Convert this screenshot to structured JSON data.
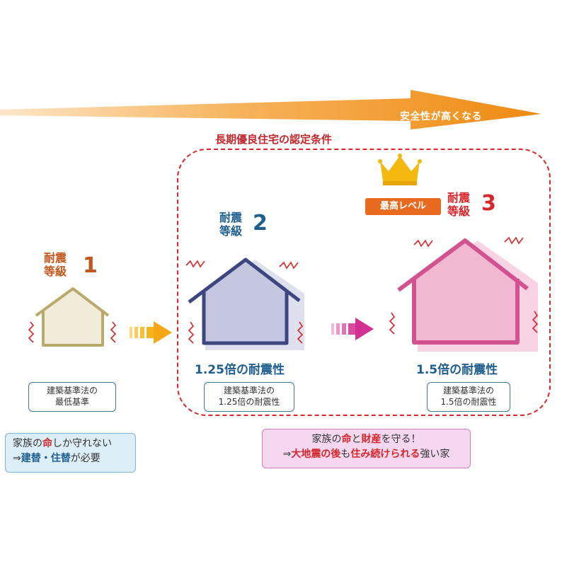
{
  "top_arrow": {
    "label": "安全性が高くなる"
  },
  "certification": {
    "label": "長期優良住宅の認定条件"
  },
  "grades": [
    {
      "title_line1": "耐震",
      "title_line2": "等級",
      "number": "1",
      "standard_line1": "建築基準法の",
      "standard_line2": "最低基準",
      "color": "#c2561b",
      "house_color": "#b9aa6b"
    },
    {
      "title_line1": "耐震",
      "title_line2": "等級",
      "number": "2",
      "seismic": "1.25倍の耐震性",
      "standard_line1": "建築基準法の",
      "standard_line2": "1.25倍の耐震性",
      "color": "#1f5f8f",
      "house_color": "#3e4680"
    },
    {
      "title_line1": "耐震",
      "title_line2": "等級",
      "number": "3",
      "seismic": "1.5倍の耐震性",
      "standard_line1": "建築基準法の",
      "standard_line2": "1.5倍の耐震性",
      "badge": "最高レベル",
      "color": "#d9262a",
      "house_color": "#d2528f"
    }
  ],
  "note_left": {
    "line1_a": "家族の",
    "line1_b": "命",
    "line1_c": "しか守れない",
    "line2_a": "⇒",
    "line2_b": "建替・住替",
    "line2_c": "が必要"
  },
  "note_right": {
    "line1_a": "家族の",
    "line1_b": "命",
    "line1_c": "と",
    "line1_d": "財産",
    "line1_e": "を守る！",
    "line2_a": "⇒",
    "line2_b": "大地震の後",
    "line2_c": "も",
    "line2_d": "住み続けられる",
    "line2_e": "強い家"
  }
}
